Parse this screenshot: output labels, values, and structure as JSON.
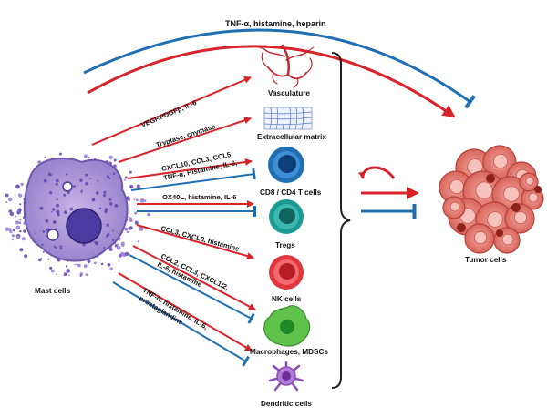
{
  "title_arc_label": "TNF-α, histamine, heparin",
  "source": {
    "label": "Mast cells"
  },
  "target": {
    "label": "Tumor cells"
  },
  "colors": {
    "activation": "#d8232a",
    "inhibition": "#1f6fb2",
    "bracket": "#222222"
  },
  "mediators": [
    "VEGF,PDGFβ, IL-6",
    "Tryptase, chymase",
    "CXCL10, CCL3, CCL5,",
    "TNF-α, Histamine, IL-6,",
    "OX40L, histamine, IL-6",
    "CCL3, CXCL8, histamine",
    "CCL2, CCL3, CXCL1/2,",
    "IL-6, histamine",
    "TNF-α, histamine, IL-6,",
    "prostaglandins"
  ],
  "targets": [
    {
      "label": "Vasculature",
      "icon": "blood-vessel-icon"
    },
    {
      "label": "Extracellular matrix",
      "icon": "matrix-mesh-icon"
    },
    {
      "label": "CD8 / CD4 T cells",
      "icon": "t-cell-icon"
    },
    {
      "label": "Tregs",
      "icon": "treg-cell-icon"
    },
    {
      "label": "NK cells",
      "icon": "nk-cell-icon"
    },
    {
      "label": "Macrophages, MDSCs",
      "icon": "macrophage-icon"
    },
    {
      "label": "Dendritic cells",
      "icon": "dendritic-cell-icon"
    }
  ]
}
